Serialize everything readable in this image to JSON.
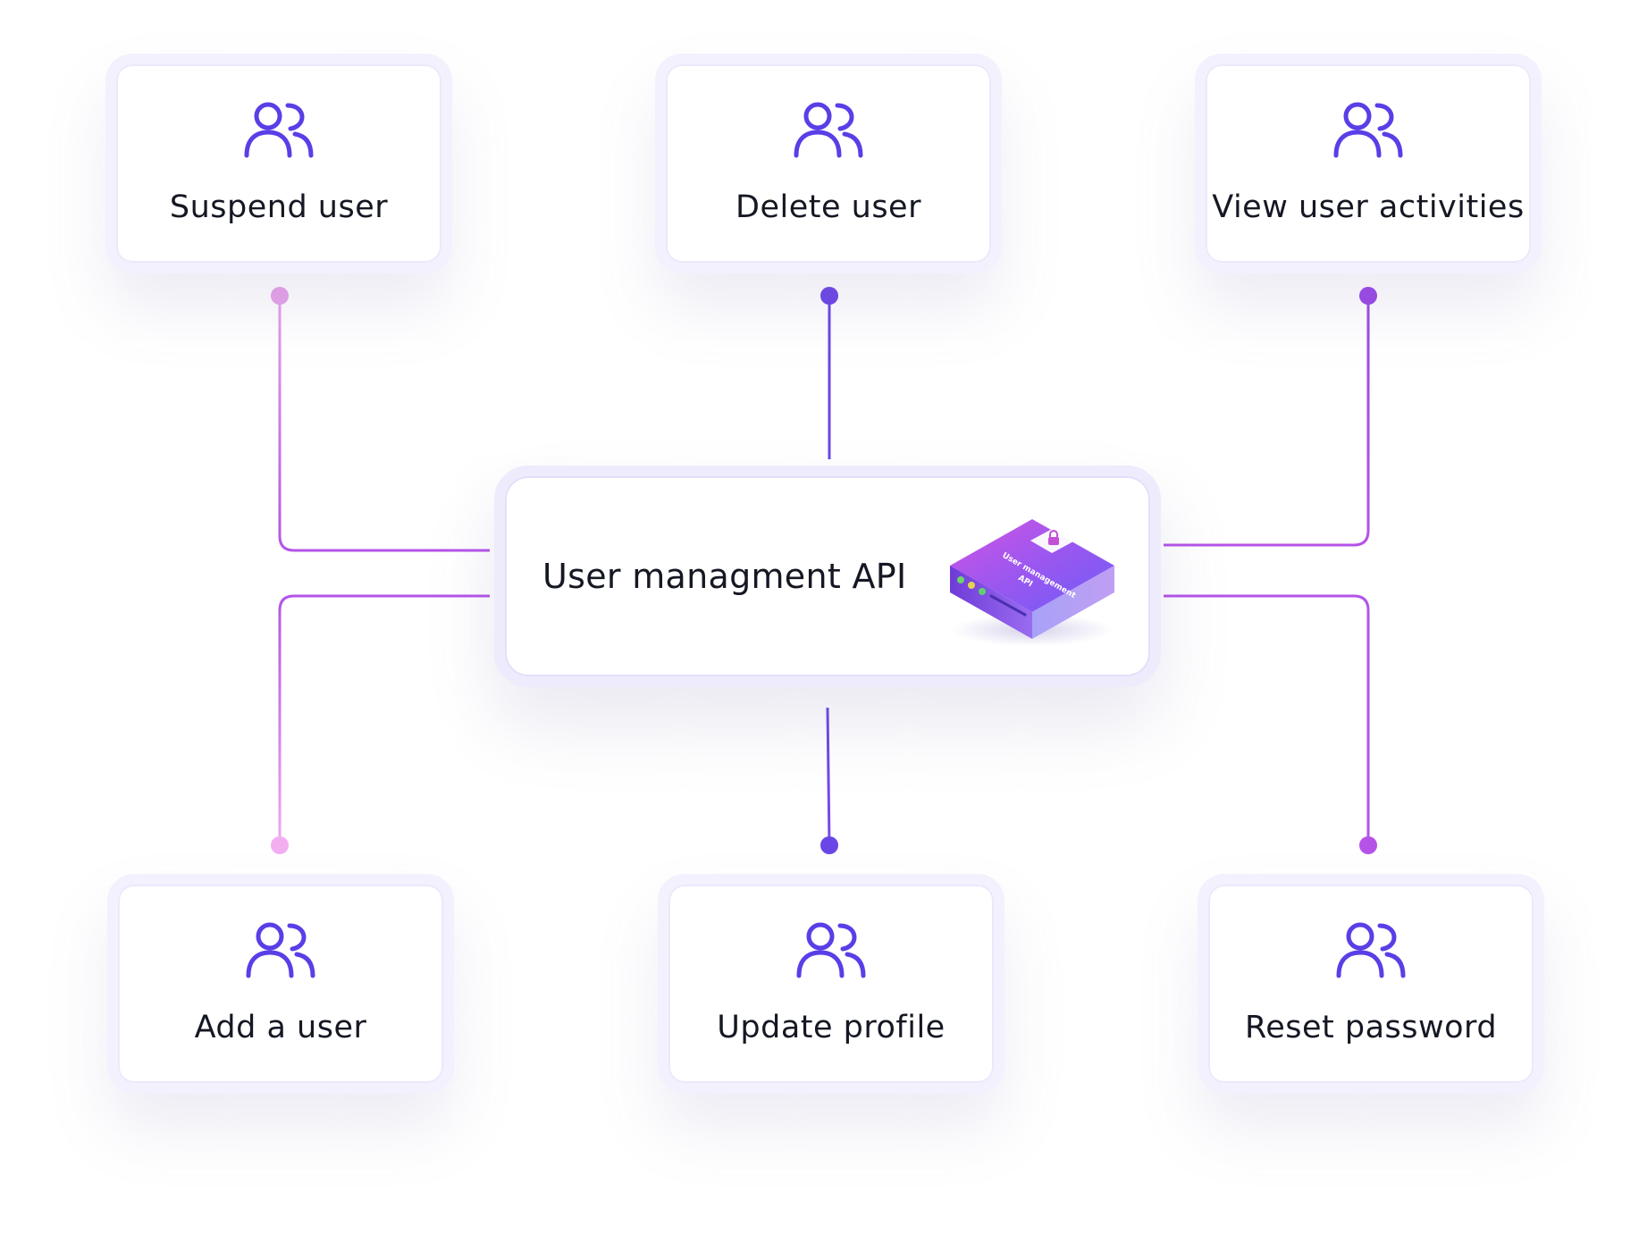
{
  "hub": {
    "title": "User managment API",
    "server_label_line1": "User management",
    "server_label_line2": "API",
    "server_icon": "padlock-icon"
  },
  "actions": [
    {
      "id": "suspend",
      "label": "Suspend user",
      "icon": "users-icon"
    },
    {
      "id": "delete",
      "label": "Delete user",
      "icon": "users-icon"
    },
    {
      "id": "view",
      "label": "View user activities",
      "icon": "users-icon"
    },
    {
      "id": "add",
      "label": "Add a user",
      "icon": "users-icon"
    },
    {
      "id": "update",
      "label": "Update profile",
      "icon": "users-icon"
    },
    {
      "id": "reset",
      "label": "Reset password",
      "icon": "users-icon"
    }
  ],
  "colors": {
    "icon": "#5a3ee6",
    "connector_light": "#eba6ee",
    "connector_mid": "#b553e8",
    "connector_dark": "#6b46e6",
    "card_border": "#f3f1fd"
  }
}
